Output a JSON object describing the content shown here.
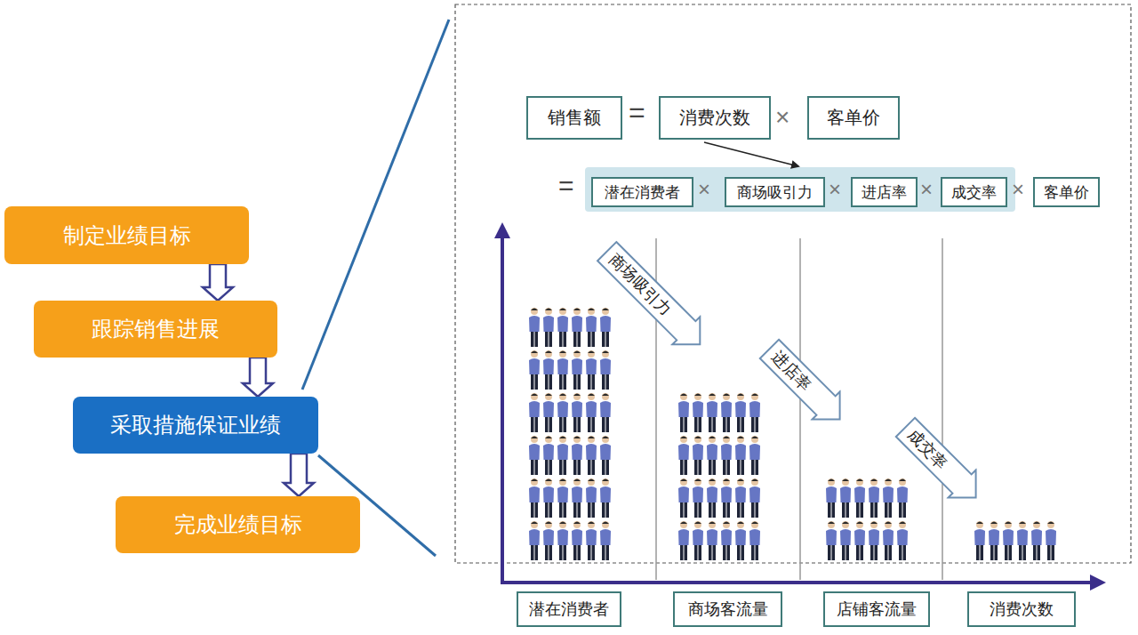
{
  "diagram": {
    "nodes": [
      {
        "text": [
          "制定业绩目标"
        ]
      },
      {
        "text": [
          "跟踪销售进展"
        ]
      },
      {
        "text": [
          "采取措施保证业绩"
        ]
      },
      {
        "text": [
          "完成业绩目标"
        ]
      },
      {
        "text": [
          "销售额"
        ]
      },
      {
        "text": [
          "消费次数"
        ]
      },
      {
        "text": [
          "客单价"
        ]
      },
      {
        "text": [
          "潜在消费者"
        ]
      },
      {
        "text": [
          "商场吸引力"
        ]
      },
      {
        "text": [
          "进店率"
        ]
      },
      {
        "text": [
          "成交率"
        ]
      },
      {
        "text": [
          "客单价"
        ]
      },
      {
        "text": [
          "商场吸引力"
        ]
      },
      {
        "text": [
          "进店率"
        ]
      },
      {
        "text": [
          "成交率"
        ]
      },
      {
        "text": [
          "潜在消费者"
        ]
      },
      {
        "text": [
          "商场客流量"
        ]
      },
      {
        "text": [
          "店铺客流量"
        ]
      },
      {
        "text": [
          "消费次数"
        ]
      }
    ],
    "edges": [
      {
        "from": 0,
        "to": 1,
        "arrow": "to"
      },
      {
        "from": 1,
        "to": 2,
        "arrow": "to"
      },
      {
        "from": 2,
        "to": 3,
        "arrow": "to"
      }
    ],
    "labels": [
      "=",
      "×",
      "=",
      "×",
      "×",
      "×",
      "×"
    ]
  }
}
